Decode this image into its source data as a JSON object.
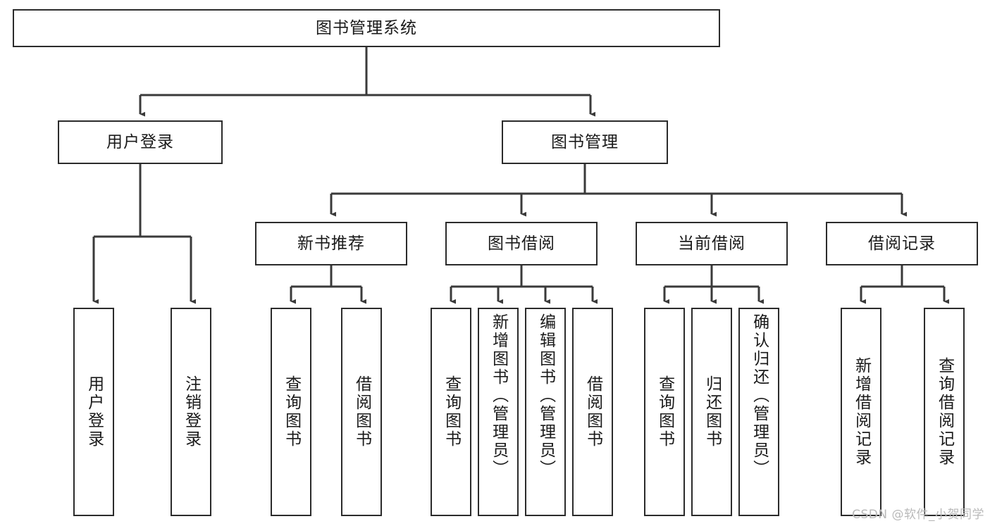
{
  "diagram": {
    "type": "hierarchy-tree",
    "title": "图书管理系统",
    "watermark": "CSDN @软件_小贺同学",
    "colors": {
      "box_border": "#2b2b2b",
      "box_fill": "#ffffff",
      "connector": "#3a3a3a",
      "text": "#1a1a1a",
      "watermark": "#b9b9b9"
    },
    "levels": {
      "root": {
        "label": "图书管理系统"
      },
      "level2": [
        {
          "label": "用户登录"
        },
        {
          "label": "图书管理"
        }
      ],
      "level3": [
        {
          "label": "新书推荐"
        },
        {
          "label": "图书借阅"
        },
        {
          "label": "当前借阅"
        },
        {
          "label": "借阅记录"
        }
      ],
      "leaves": {
        "user_login": [
          {
            "label": "用户登录"
          },
          {
            "label": "注销登录"
          }
        ],
        "new_book_recommend": [
          {
            "label": "查询图书"
          },
          {
            "label": "借阅图书"
          }
        ],
        "book_borrow": [
          {
            "label": "查询图书"
          },
          {
            "label": "新增图书（管理员）"
          },
          {
            "label": "编辑图书（管理员）"
          },
          {
            "label": "借阅图书"
          }
        ],
        "current_borrow": [
          {
            "label": "查询图书"
          },
          {
            "label": "归还图书"
          },
          {
            "label": "确认归还（管理员）"
          }
        ],
        "borrow_records": [
          {
            "label": "新增借阅记录"
          },
          {
            "label": "查询借阅记录"
          }
        ]
      }
    }
  }
}
